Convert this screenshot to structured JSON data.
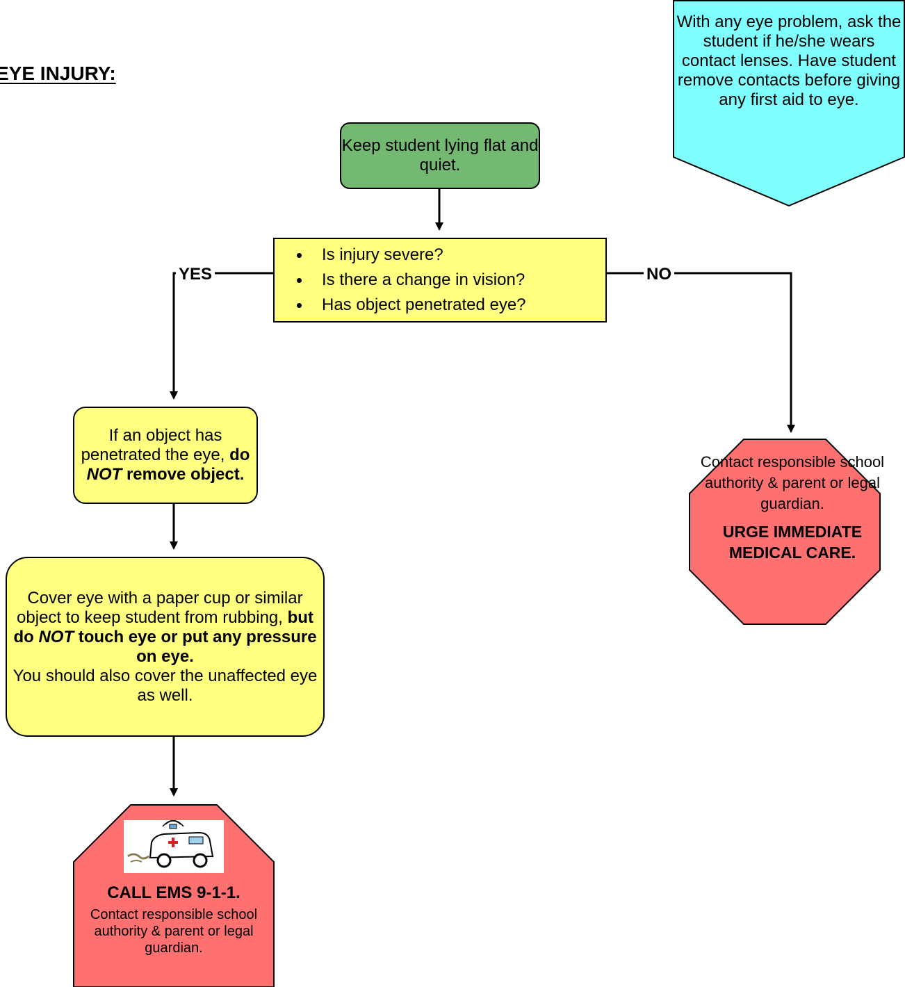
{
  "title": "EYE INJURY:",
  "note": "With any eye problem, ask the student if he/she wears contact lenses. Have student remove contacts before giving any first aid to eye.",
  "start": "Keep student lying flat and quiet.",
  "question": {
    "items": [
      "Is injury severe?",
      "Is there a change in vision?",
      "Has object penetrated eye?"
    ]
  },
  "labels": {
    "yes": "YES",
    "no": "NO"
  },
  "object_step": {
    "t1": "If an object has penetrated the eye,",
    "t2": "do",
    "t3": "NOT",
    "t4": "remove object."
  },
  "cover_step": {
    "t1": "Cover eye with a paper cup or similar object to keep student from rubbing,",
    "t2": "but do",
    "t3": "NOT",
    "t4": "touch eye or put any pressure on eye.",
    "t5": "You should also cover the unaffected eye as well."
  },
  "no_stop": {
    "text": "Contact responsible school authority & parent or legal guardian.",
    "action": "URGE IMMEDIATE MEDICAL CARE."
  },
  "ems_stop": {
    "call": "CALL EMS 9-1-1.",
    "text": "Contact responsible school authority & parent or legal guardian."
  },
  "colors": {
    "start_fill": "#74b972",
    "question_fill": "#ffff80",
    "stop_fill": "#ff7171",
    "note_fill": "#80ffff"
  }
}
